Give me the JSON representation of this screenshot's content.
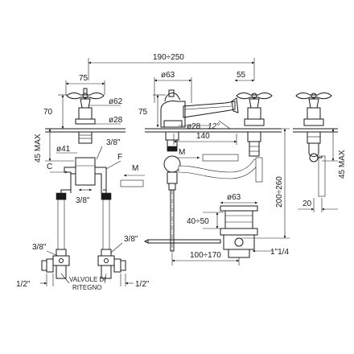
{
  "dimensions": {
    "d_190_250": "190÷250",
    "d_75_left": "75",
    "d_70": "70",
    "d_phi62": "ø62",
    "d_phi28_left": "ø28",
    "d_45max_left": "45 MAX",
    "d_phi41": "ø41",
    "d_3_8_top": "3/8\"",
    "d_c": "C",
    "d_f": "F",
    "d_m_left": "M",
    "d_3_8_mid": "3/8\"",
    "d_3_8_lower_left": "3/8\"",
    "d_3_8_lower_right": "3/8\"",
    "d_1_2_left": "1/2\"",
    "d_1_2_right": "1/2\"",
    "valve_label_line1": "VALVOLE DI",
    "valve_label_line2": "RITEGNO",
    "d_phi63_top": "ø63",
    "d_75_center": "75",
    "d_55": "55",
    "d_phi28_center": "ø28",
    "d_12deg": "12°",
    "d_140": "140",
    "d_m_center": "M",
    "d_phi63_waste": "ø63",
    "d_40_50": "40÷50",
    "d_200_260": "200÷260",
    "d_1_1_4": "1\"1/4",
    "d_100_170": "100÷170",
    "d_45max_right": "45 MAX",
    "d_20": "20"
  }
}
